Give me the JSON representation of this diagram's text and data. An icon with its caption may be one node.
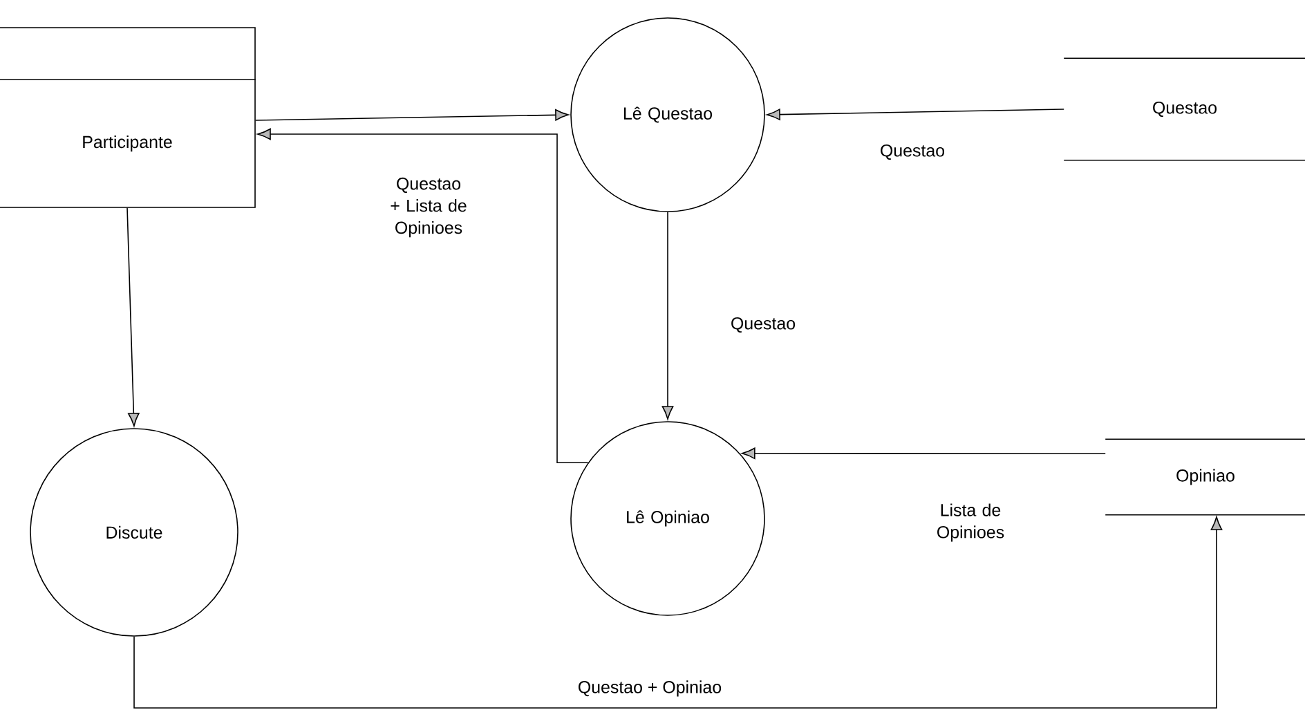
{
  "diagram": {
    "nodes": [
      {
        "text": [
          "Participante"
        ]
      },
      {
        "text": [
          "Lê Questao"
        ]
      },
      {
        "text": [
          "Questao"
        ]
      },
      {
        "text": [
          "Lê Opiniao"
        ]
      },
      {
        "text": [
          "Opiniao"
        ]
      },
      {
        "text": [
          "Discute"
        ]
      }
    ],
    "edges": [
      {
        "from": 0,
        "to": 1,
        "arrow": "to"
      },
      {
        "from": 2,
        "to": 1,
        "arrow": "to",
        "label": "Questao"
      },
      {
        "from": 3,
        "to": 0,
        "arrow": "to",
        "label": "Questao + Lista de Opinioes"
      },
      {
        "from": 1,
        "to": 3,
        "arrow": "to",
        "label": "Questao"
      },
      {
        "from": 4,
        "to": 3,
        "arrow": "to",
        "label": "Lista de Opinioes"
      },
      {
        "from": 0,
        "to": 5,
        "arrow": "to"
      },
      {
        "from": 5,
        "to": 4,
        "arrow": "to",
        "label": "Questao + Opiniao"
      }
    ]
  }
}
